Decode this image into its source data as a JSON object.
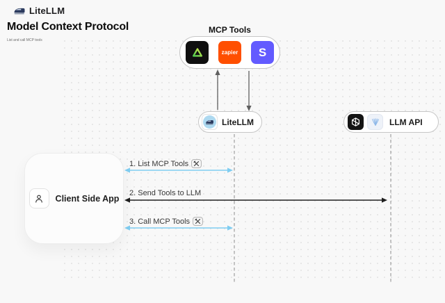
{
  "header": {
    "brand": "LiteLLM",
    "title": "Model Context Protocol",
    "subtitle": "List and call MCP tools"
  },
  "mcp_tools": {
    "label": "MCP Tools",
    "tools": [
      {
        "name": "composio",
        "bg": "#101010",
        "icon": "green-triangle-logo"
      },
      {
        "name": "zapier",
        "text": "zapier",
        "bg": "#ff4f00"
      },
      {
        "name": "stripe",
        "text": "S",
        "bg": "#635bff"
      }
    ]
  },
  "nodes": {
    "litellm": {
      "label": "LiteLLM",
      "icon": "litellm-train-logo"
    },
    "llm_api": {
      "label": "LLM API",
      "icons": [
        "openai-logo",
        "blue-fan-provider-logo"
      ]
    },
    "client": {
      "label": "Client Side App",
      "icon": "person-icon"
    }
  },
  "messages": [
    {
      "label": "1. List MCP Tools",
      "tool_icon": true,
      "arrow_color": "#7fcdf1",
      "direction": "bidirectional"
    },
    {
      "label": "2. Send Tools to LLM",
      "tool_icon": false,
      "arrow_color": "#1f1f1f",
      "direction": "bidirectional"
    },
    {
      "label": "3. Call MCP Tools",
      "tool_icon": true,
      "arrow_color": "#7fcdf1",
      "direction": "bidirectional"
    }
  ],
  "colors": {
    "background": "#f8f8f8",
    "box_border": "#c6c6c6",
    "lifeline": "#a6a6a6",
    "blue_arrow": "#7fcdf1",
    "black_arrow": "#1f1f1f",
    "zapier_orange": "#ff4f00",
    "stripe_purple": "#635bff"
  }
}
